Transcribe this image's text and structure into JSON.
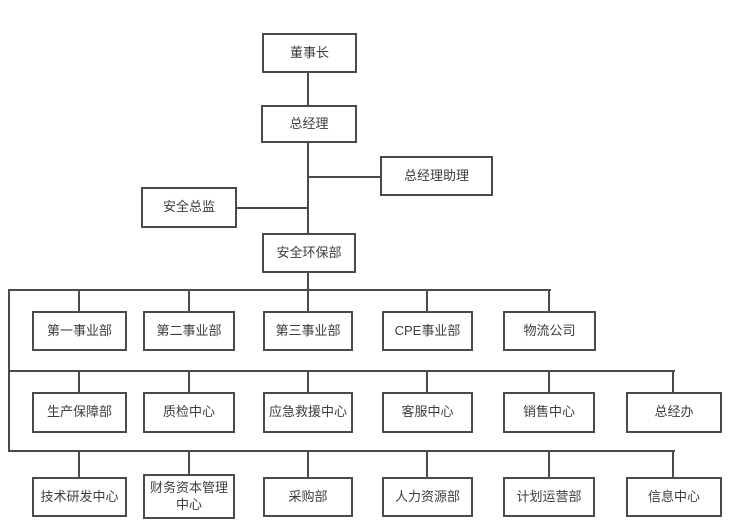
{
  "org_chart": {
    "top": {
      "chairman": "董事长",
      "general_manager": "总经理",
      "gm_assistant": "总经理助理",
      "safety_director": "安全总监",
      "safety_env_dept": "安全环保部"
    },
    "row1": [
      "第一事业部",
      "第二事业部",
      "第三事业部",
      "CPE事业部",
      "物流公司"
    ],
    "row2": [
      "生产保障部",
      "质检中心",
      "应急救援中心",
      "客服中心",
      "销售中心",
      "总经办"
    ],
    "row3": [
      "技术研发中心",
      "财务资本管理中心",
      "采购部",
      "人力资源部",
      "计划运营部",
      "信息中心"
    ]
  },
  "colors": {
    "line": "#4a4a4a",
    "text": "#3d3d3d",
    "box_fill": "#ffffff",
    "background": "#ffffff"
  }
}
